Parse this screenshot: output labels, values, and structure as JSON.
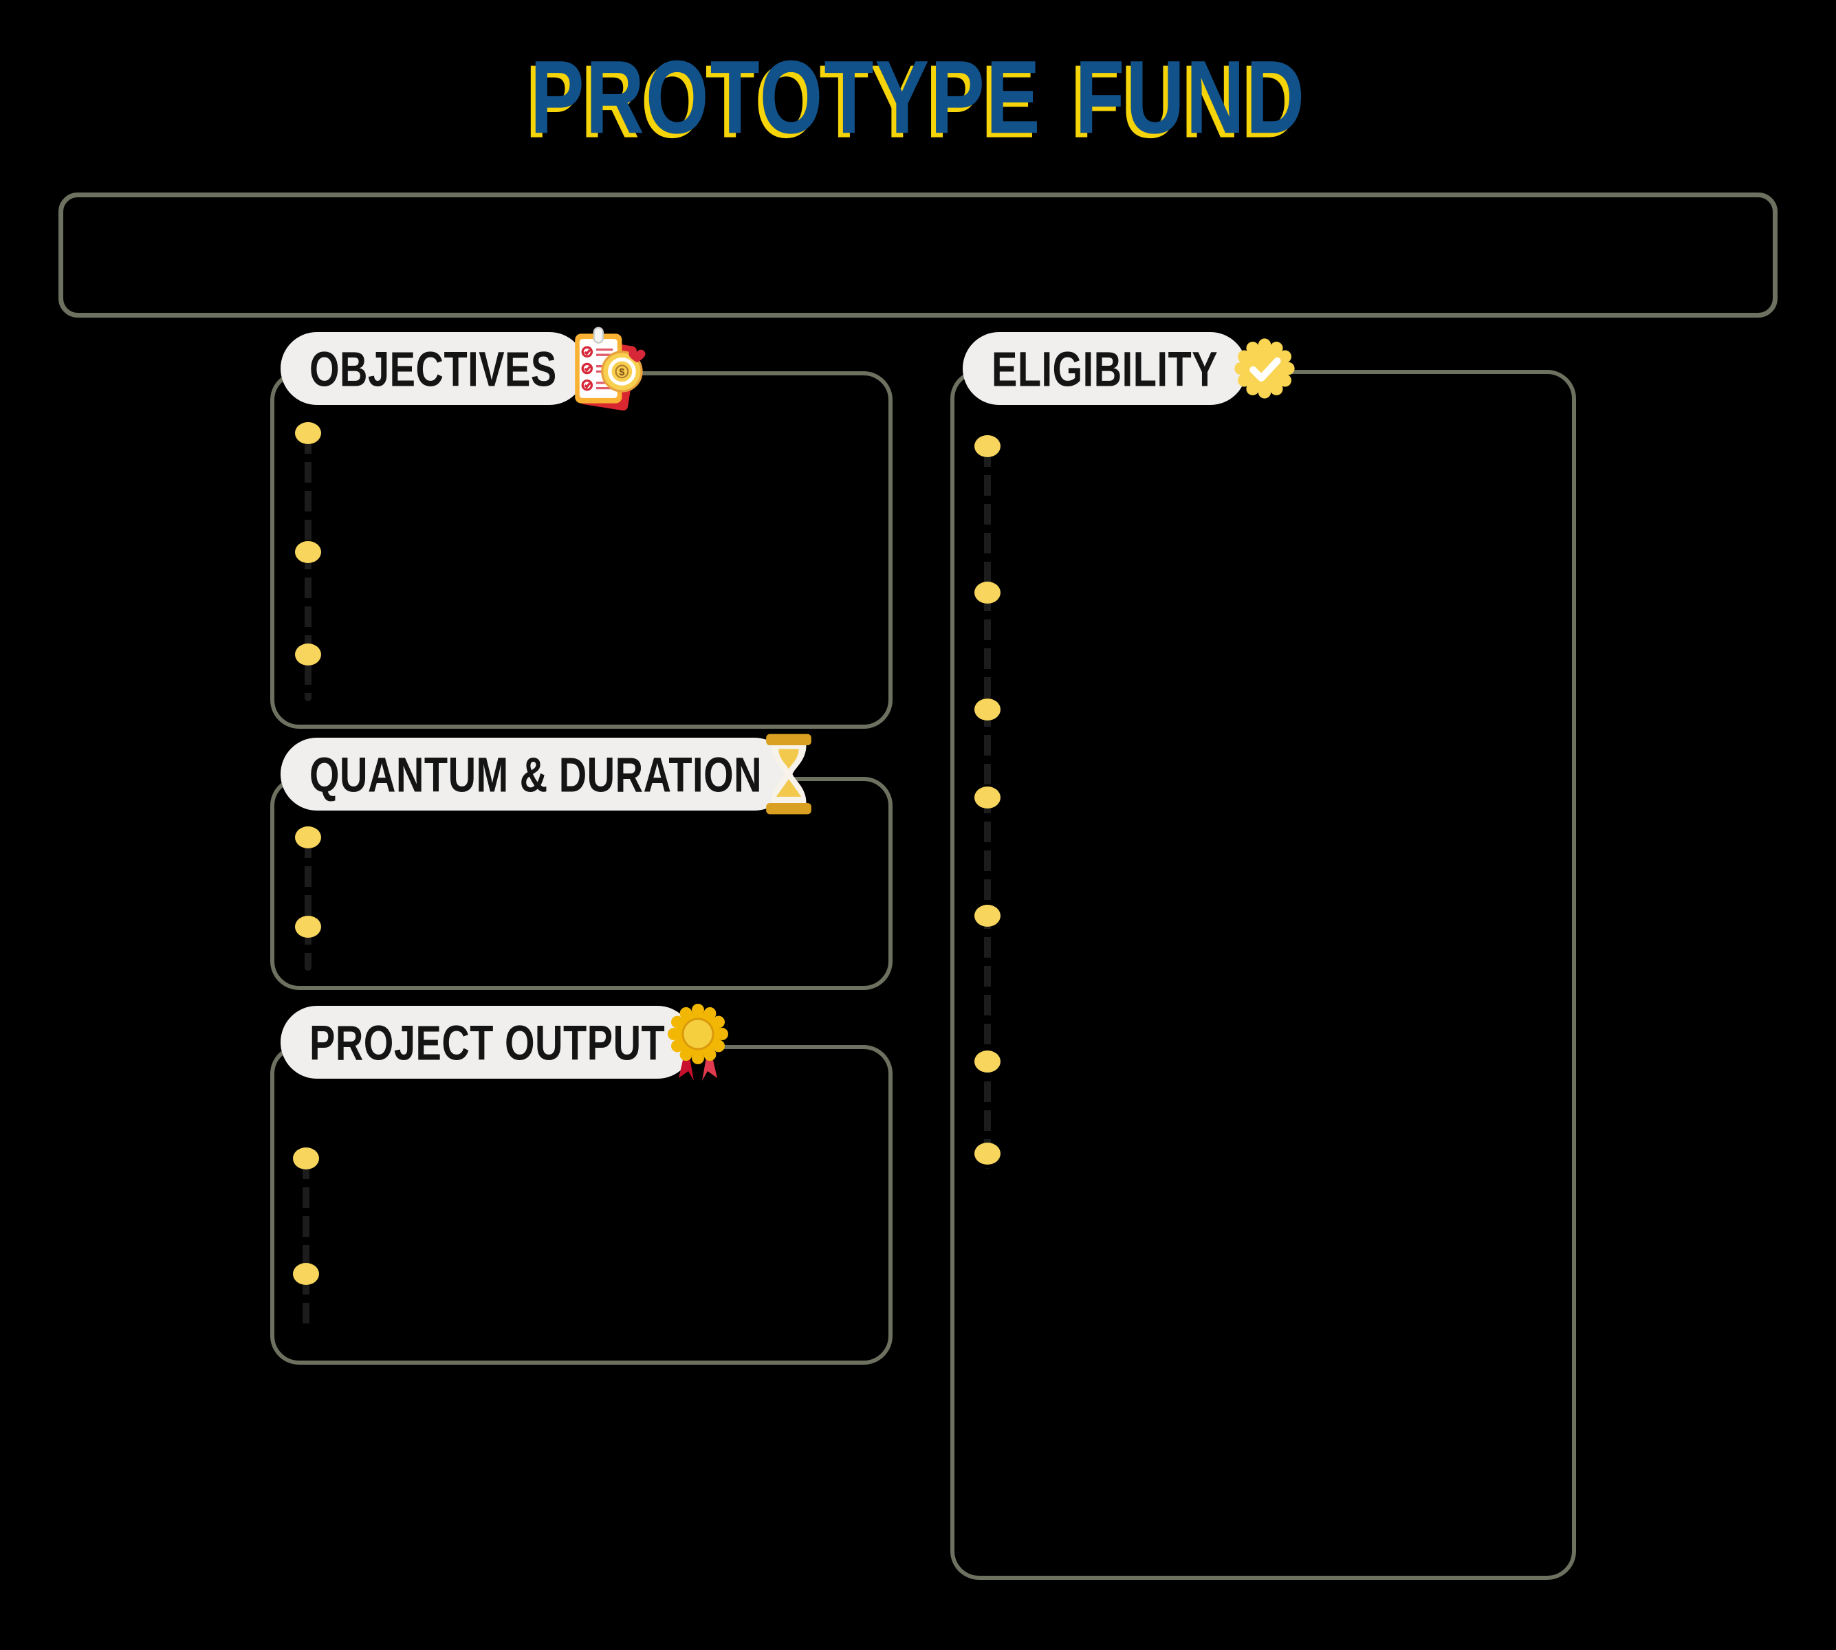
{
  "title": {
    "text": "PROTOTYPE FUND",
    "color": "#12528b",
    "accent_color": "#f5d40a"
  },
  "colors": {
    "background": "#000000",
    "box_border": "#6d715f",
    "pill_background": "#f0efed",
    "pill_text": "#141414",
    "bullet": "#f8d65e",
    "dash_line": "#1c1c1c",
    "icon_red": "#d62839",
    "icon_gold": "#f6c344"
  },
  "intro_box": {
    "visible_text": ""
  },
  "sections": [
    {
      "id": "objectives",
      "label": "OBJECTIVES",
      "icon": "clipboard-target-icon",
      "bullet_count": 3
    },
    {
      "id": "quantum-duration",
      "label": "QUANTUM & DURATION",
      "icon": "hourglass-icon",
      "bullet_count": 2
    },
    {
      "id": "project-output",
      "label": "PROJECT OUTPUT",
      "icon": "rosette-medal-icon",
      "bullet_count": 2
    },
    {
      "id": "eligibility",
      "label": "ELIGIBILITY",
      "icon": "verified-badge-icon",
      "bullet_count": 7
    }
  ]
}
